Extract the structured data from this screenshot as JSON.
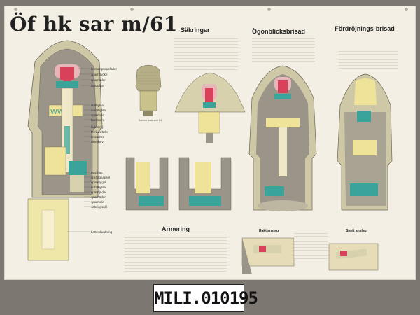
{
  "poster": {
    "title": "Öf hk sar m/61",
    "headings": {
      "sakringar": "Säkringar",
      "ogonblick": "Ögonblicksbrisad",
      "fordrojning": "Fördröjnings-brisad",
      "armering": "Armering",
      "rakt_anslag": "Rakt anslag",
      "snett_anslag": "Snett anslag"
    },
    "part_labels": [
      "kontaktproppfäder",
      "sparrstycke",
      "sparrfäder",
      "tändpåte",
      "stålhylsa",
      "innerhylsa",
      "sparrkula",
      "hammare",
      "laddning",
      "förrådsfäder",
      "brisadrör",
      "akterhuv",
      "tändhatt",
      "sprängkapsel",
      "sparrbygel",
      "ledarhylsa",
      "spärrfjäder",
      "sparrfäder",
      "sparrkula",
      "säkringsnål",
      "bottenladdning"
    ],
    "small_caption": "Samma skala som 1:1",
    "catalog_number": "MILI.010195"
  },
  "colors": {
    "paper": "#f3efe4",
    "olive": "#c9c28a",
    "red": "#d9405a",
    "teal": "#3aa39a",
    "yellow": "#efe39a",
    "grey_fill": "#9a9489"
  }
}
